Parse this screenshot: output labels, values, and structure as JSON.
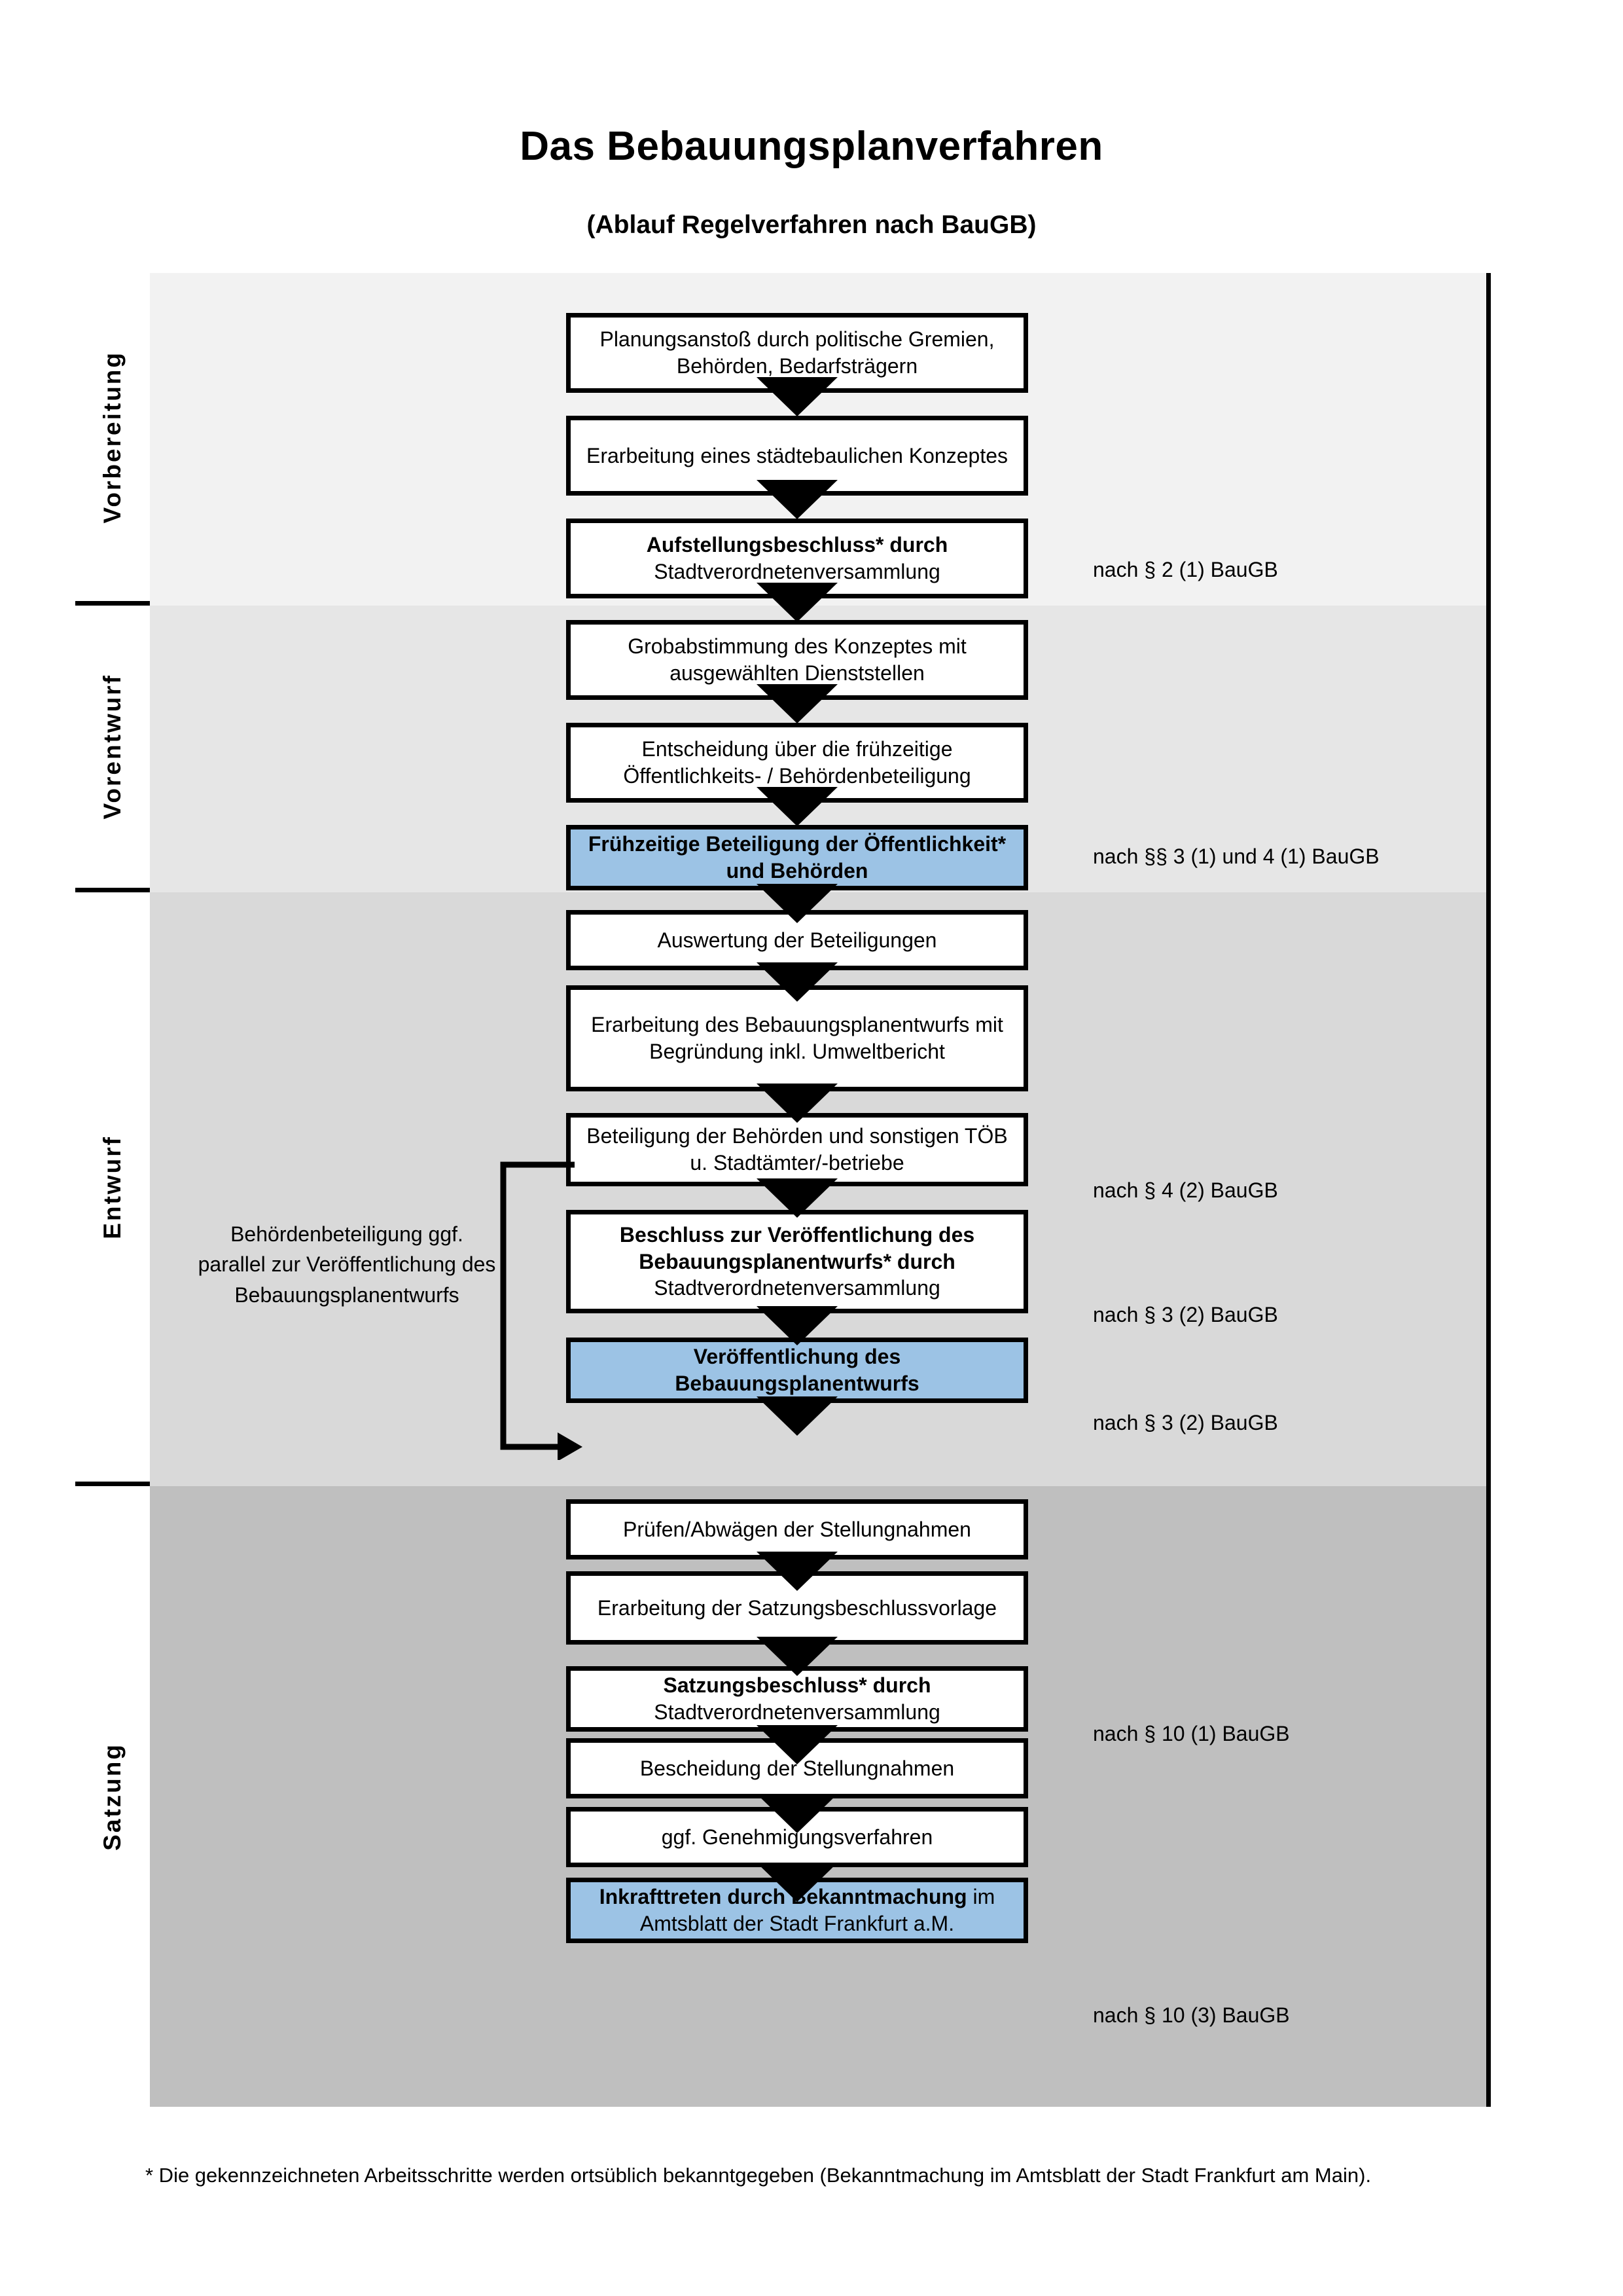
{
  "title": "Das Bebauungsplanverfahren",
  "subtitle": "(Ablauf Regelverfahren nach BauGB)",
  "phases": [
    {
      "label": "Vorbereitung",
      "bg": "#F2F2F2"
    },
    {
      "label": "Vorentwurf",
      "bg": "#E6E6E6"
    },
    {
      "label": "Entwurf",
      "bg": "#D9D9D9"
    },
    {
      "label": "Satzung",
      "bg": "#BFBFBF"
    }
  ],
  "steps": [
    {
      "id": "planungsanstoss",
      "line1": "Planungsanstoß durch politische",
      "line2": "Gremien, Behörden, Bedarfsträgern",
      "bold": "",
      "highlight": false
    },
    {
      "id": "staedtebauliches-konzept",
      "line1": "Erarbeitung eines städtebaulichen",
      "line2": "Konzeptes",
      "bold": "",
      "highlight": false
    },
    {
      "id": "aufstellungsbeschluss",
      "line1": "",
      "line2": "Stadtverordnetenversammlung",
      "bold": "Aufstellungsbeschluss* durch",
      "highlight": false
    },
    {
      "id": "grobabstimmung",
      "line1": "Grobabstimmung des Konzeptes mit",
      "line2": "ausgewählten Dienststellen",
      "bold": "",
      "highlight": false
    },
    {
      "id": "entscheidung-beteiligung",
      "line1": "Entscheidung über die frühzeitige",
      "line2": "Öffentlichkeits- / Behördenbeteiligung",
      "bold": "",
      "highlight": false
    },
    {
      "id": "fruehzeitige-beteiligung",
      "line1": "",
      "line2": "",
      "bold": "Frühzeitige Beteiligung der Öffentlichkeit* und Behörden",
      "highlight": true
    },
    {
      "id": "auswertung-beteiligungen",
      "line1": "Auswertung der Beteiligungen",
      "line2": "",
      "bold": "",
      "highlight": false
    },
    {
      "id": "erarbeitung-bplanentwurf",
      "line1": "Erarbeitung des Bebauungsplanentwurfs mit",
      "line2": "Begründung inkl. Umweltbericht",
      "bold": "",
      "highlight": false
    },
    {
      "id": "beteiligung-behoerden",
      "line1": "Beteiligung der Behörden und",
      "line2": "sonstigen TÖB u. Stadtämter/-betriebe",
      "bold": "",
      "highlight": false
    },
    {
      "id": "beschluss-veroeffentlichung",
      "line1": "",
      "line2": "Stadtverordnetenversammlung",
      "bold": "Beschluss zur Veröffentlichung des Bebauungsplanentwurfs* durch",
      "highlight": false
    },
    {
      "id": "veroeffentlichung",
      "line1": "",
      "line2": "",
      "bold": "Veröffentlichung des Bebauungsplanentwurfs",
      "highlight": true
    },
    {
      "id": "pruefen-abwaegen",
      "line1": "Prüfen/Abwägen der Stellungnahmen",
      "line2": "",
      "bold": "",
      "highlight": false
    },
    {
      "id": "satzungsbeschlussvorlage",
      "line1": "Erarbeitung der",
      "line2": "Satzungsbeschlussvorlage",
      "bold": "",
      "highlight": false
    },
    {
      "id": "satzungsbeschluss",
      "line1": "",
      "line2": "Stadtverordnetenversammlung",
      "bold": "Satzungsbeschluss* durch",
      "highlight": false
    },
    {
      "id": "bescheidung",
      "line1": "Bescheidung der Stellungnahmen",
      "line2": "",
      "bold": "",
      "highlight": false
    },
    {
      "id": "genehmigungsverfahren",
      "line1": "ggf. Genehmigungsverfahren",
      "line2": "",
      "bold": "",
      "highlight": false
    },
    {
      "id": "inkrafttreten",
      "line1": "",
      "line2": "im Amtsblatt der Stadt Frankfurt a.M.",
      "bold": "Inkrafttreten durch Bekanntmachung",
      "highlight": true
    }
  ],
  "side_note": "Behördenbeteiligung ggf. parallel zur Veröffentlichung des Bebauungsplanentwurfs",
  "legal_refs": [
    {
      "id": "ref-2-1",
      "text": "nach § 2 (1) BauGB"
    },
    {
      "id": "ref-3-4-1",
      "text": "nach §§ 3 (1) und 4 (1) BauGB"
    },
    {
      "id": "ref-4-2",
      "text": "nach § 4 (2) BauGB"
    },
    {
      "id": "ref-3-2a",
      "text": "nach § 3 (2) BauGB"
    },
    {
      "id": "ref-3-2b",
      "text": "nach § 3 (2) BauGB"
    },
    {
      "id": "ref-10-1",
      "text": "nach § 10 (1) BauGB"
    },
    {
      "id": "ref-10-3",
      "text": "nach § 10 (3) BauGB"
    }
  ],
  "footnote": "* Die gekennzeichneten Arbeitsschritte werden ortsüblich bekanntgegeben (Bekanntmachung im Amtsblatt  der Stadt Frankfurt am Main).",
  "colors": {
    "highlight_blue": "#9CC3E5",
    "band_1": "#F2F2F2",
    "band_2": "#E6E6E6",
    "band_3": "#D9D9D9",
    "band_4": "#BFBFBF",
    "outline": "#000000"
  }
}
